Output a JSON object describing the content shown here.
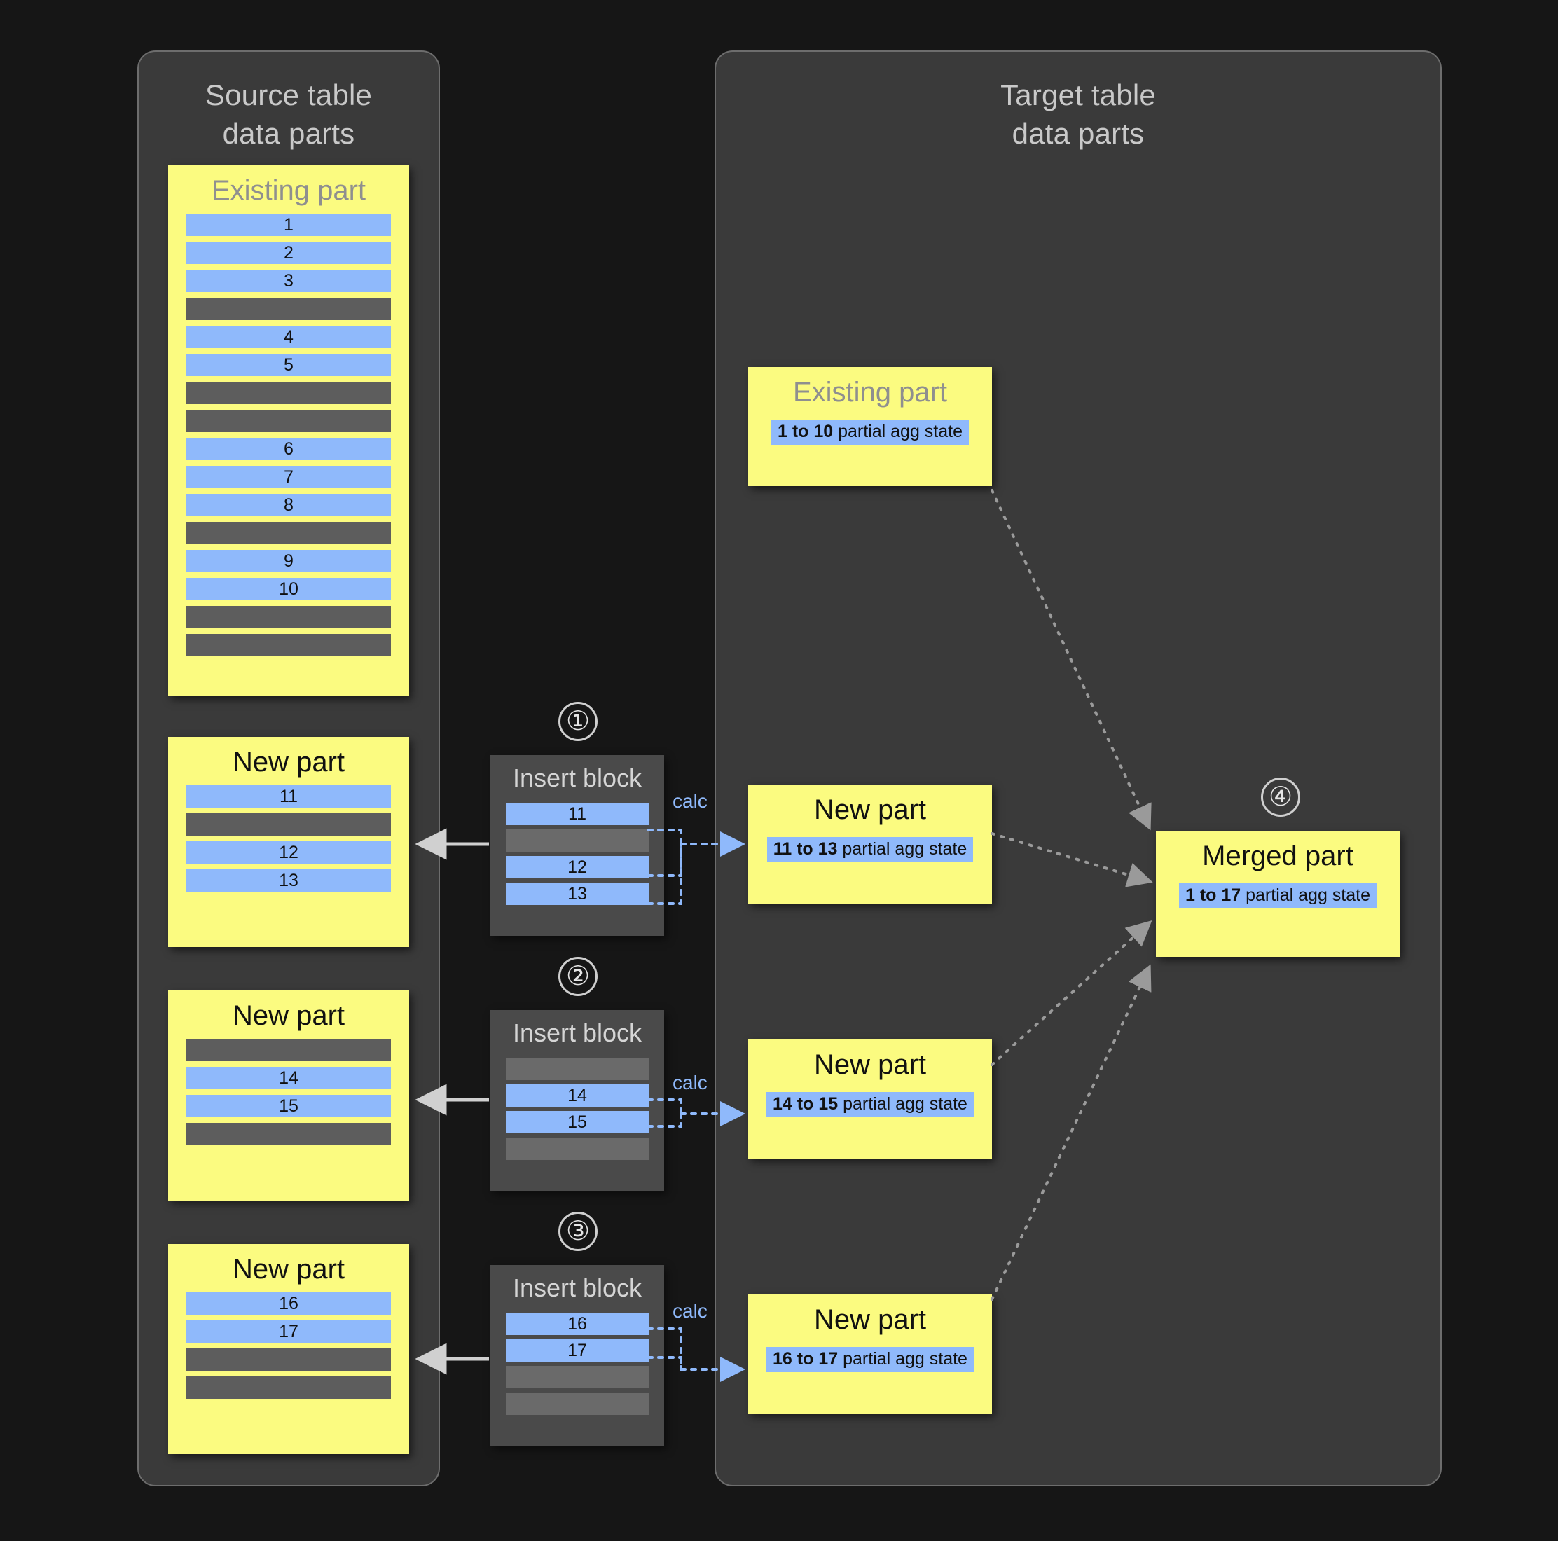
{
  "panels": {
    "source": {
      "title": "Source table\ndata parts"
    },
    "target": {
      "title": "Target table\ndata parts"
    }
  },
  "labels": {
    "existing_part": "Existing part",
    "new_part": "New part",
    "merged_part": "Merged part",
    "insert_block": "Insert block",
    "calc": "calc"
  },
  "steps": [
    "①",
    "②",
    "③",
    "④"
  ],
  "colors": {
    "background": "#161616",
    "panel": "#3a3a3a",
    "panel_border": "#6d6d6d",
    "part_yellow": "#fbfb80",
    "row_blue": "#8fb9fb",
    "row_empty": "#5d5d5d",
    "insert_block": "#4a4a4a",
    "accent_text": "#8fb9fb",
    "arrow": "#d0d0d0"
  },
  "source_parts": [
    {
      "title": "Existing part",
      "title_style": "muted",
      "rows": [
        "1",
        "2",
        "3",
        "",
        "4",
        "5",
        "",
        "",
        "6",
        "7",
        "8",
        "",
        "9",
        "10",
        "",
        ""
      ]
    },
    {
      "title": "New part",
      "title_style": "dark",
      "rows": [
        "11",
        "",
        "12",
        "13"
      ]
    },
    {
      "title": "New part",
      "title_style": "dark",
      "rows": [
        "",
        "14",
        "15",
        ""
      ]
    },
    {
      "title": "New part",
      "title_style": "dark",
      "rows": [
        "16",
        "17",
        "",
        ""
      ]
    }
  ],
  "insert_blocks": [
    {
      "step": "①",
      "title": "Insert block",
      "rows": [
        "11",
        "",
        "12",
        "13"
      ],
      "calc": "calc"
    },
    {
      "step": "②",
      "title": "Insert block",
      "rows": [
        "",
        "14",
        "15",
        ""
      ],
      "calc": "calc"
    },
    {
      "step": "③",
      "title": "Insert block",
      "rows": [
        "16",
        "17",
        "",
        ""
      ],
      "calc": "calc"
    }
  ],
  "target_parts": [
    {
      "title": "Existing part",
      "title_style": "muted",
      "agg_range": "1 to 10",
      "agg_suffix": " partial agg state"
    },
    {
      "title": "New part",
      "title_style": "dark",
      "agg_range": "11 to 13",
      "agg_suffix": " partial agg state"
    },
    {
      "title": "New part",
      "title_style": "dark",
      "agg_range": "14 to 15",
      "agg_suffix": " partial agg state"
    },
    {
      "title": "New part",
      "title_style": "dark",
      "agg_range": "16 to 17",
      "agg_suffix": " partial agg state"
    }
  ],
  "merged_part": {
    "step": "④",
    "title": "Merged part",
    "agg_range": "1 to 17",
    "agg_suffix": " partial agg state"
  }
}
